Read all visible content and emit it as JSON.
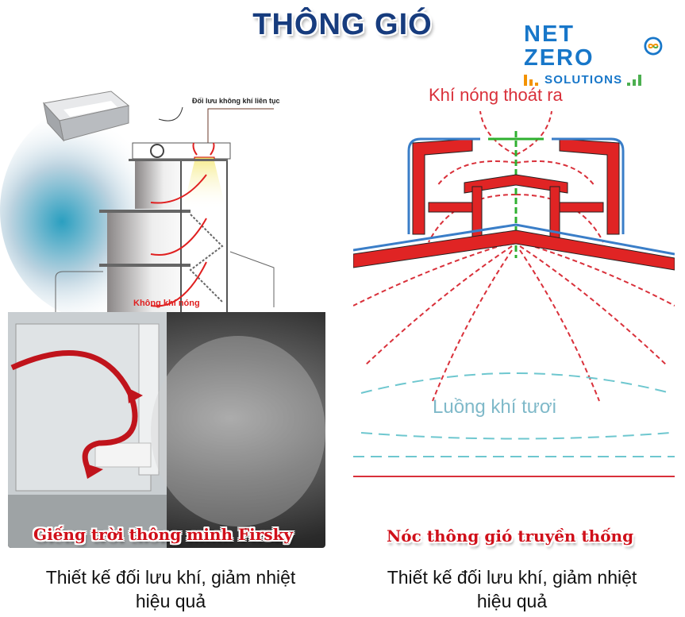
{
  "title": "THÔNG GIÓ",
  "logo": {
    "line1": "NET ZERO",
    "line2": "SOLUTIONS"
  },
  "left": {
    "diagram_label_top": "Đối lưu không khí liên tục",
    "diagram_label_bottom": "Không khí nóng",
    "product_label": "Giếng trời thông minh Firsky",
    "caption_line1": "Thiết kế đối lưu khí, giảm nhiệt",
    "caption_line2": "hiệu quả"
  },
  "right": {
    "diagram_label_top": "Khí nóng thoát ra",
    "diagram_label_bottom": "Luồng khí tươi",
    "product_label": "Nóc thông gió truyền thống",
    "caption_line1": "Thiết kế đối lưu khí, giảm nhiệt",
    "caption_line2": "hiệu quả"
  },
  "colors": {
    "title": "#173c7e",
    "brand_blue": "#1877c9",
    "accent_red": "#d0101a",
    "orange": "#f39200",
    "green": "#4caf50"
  }
}
